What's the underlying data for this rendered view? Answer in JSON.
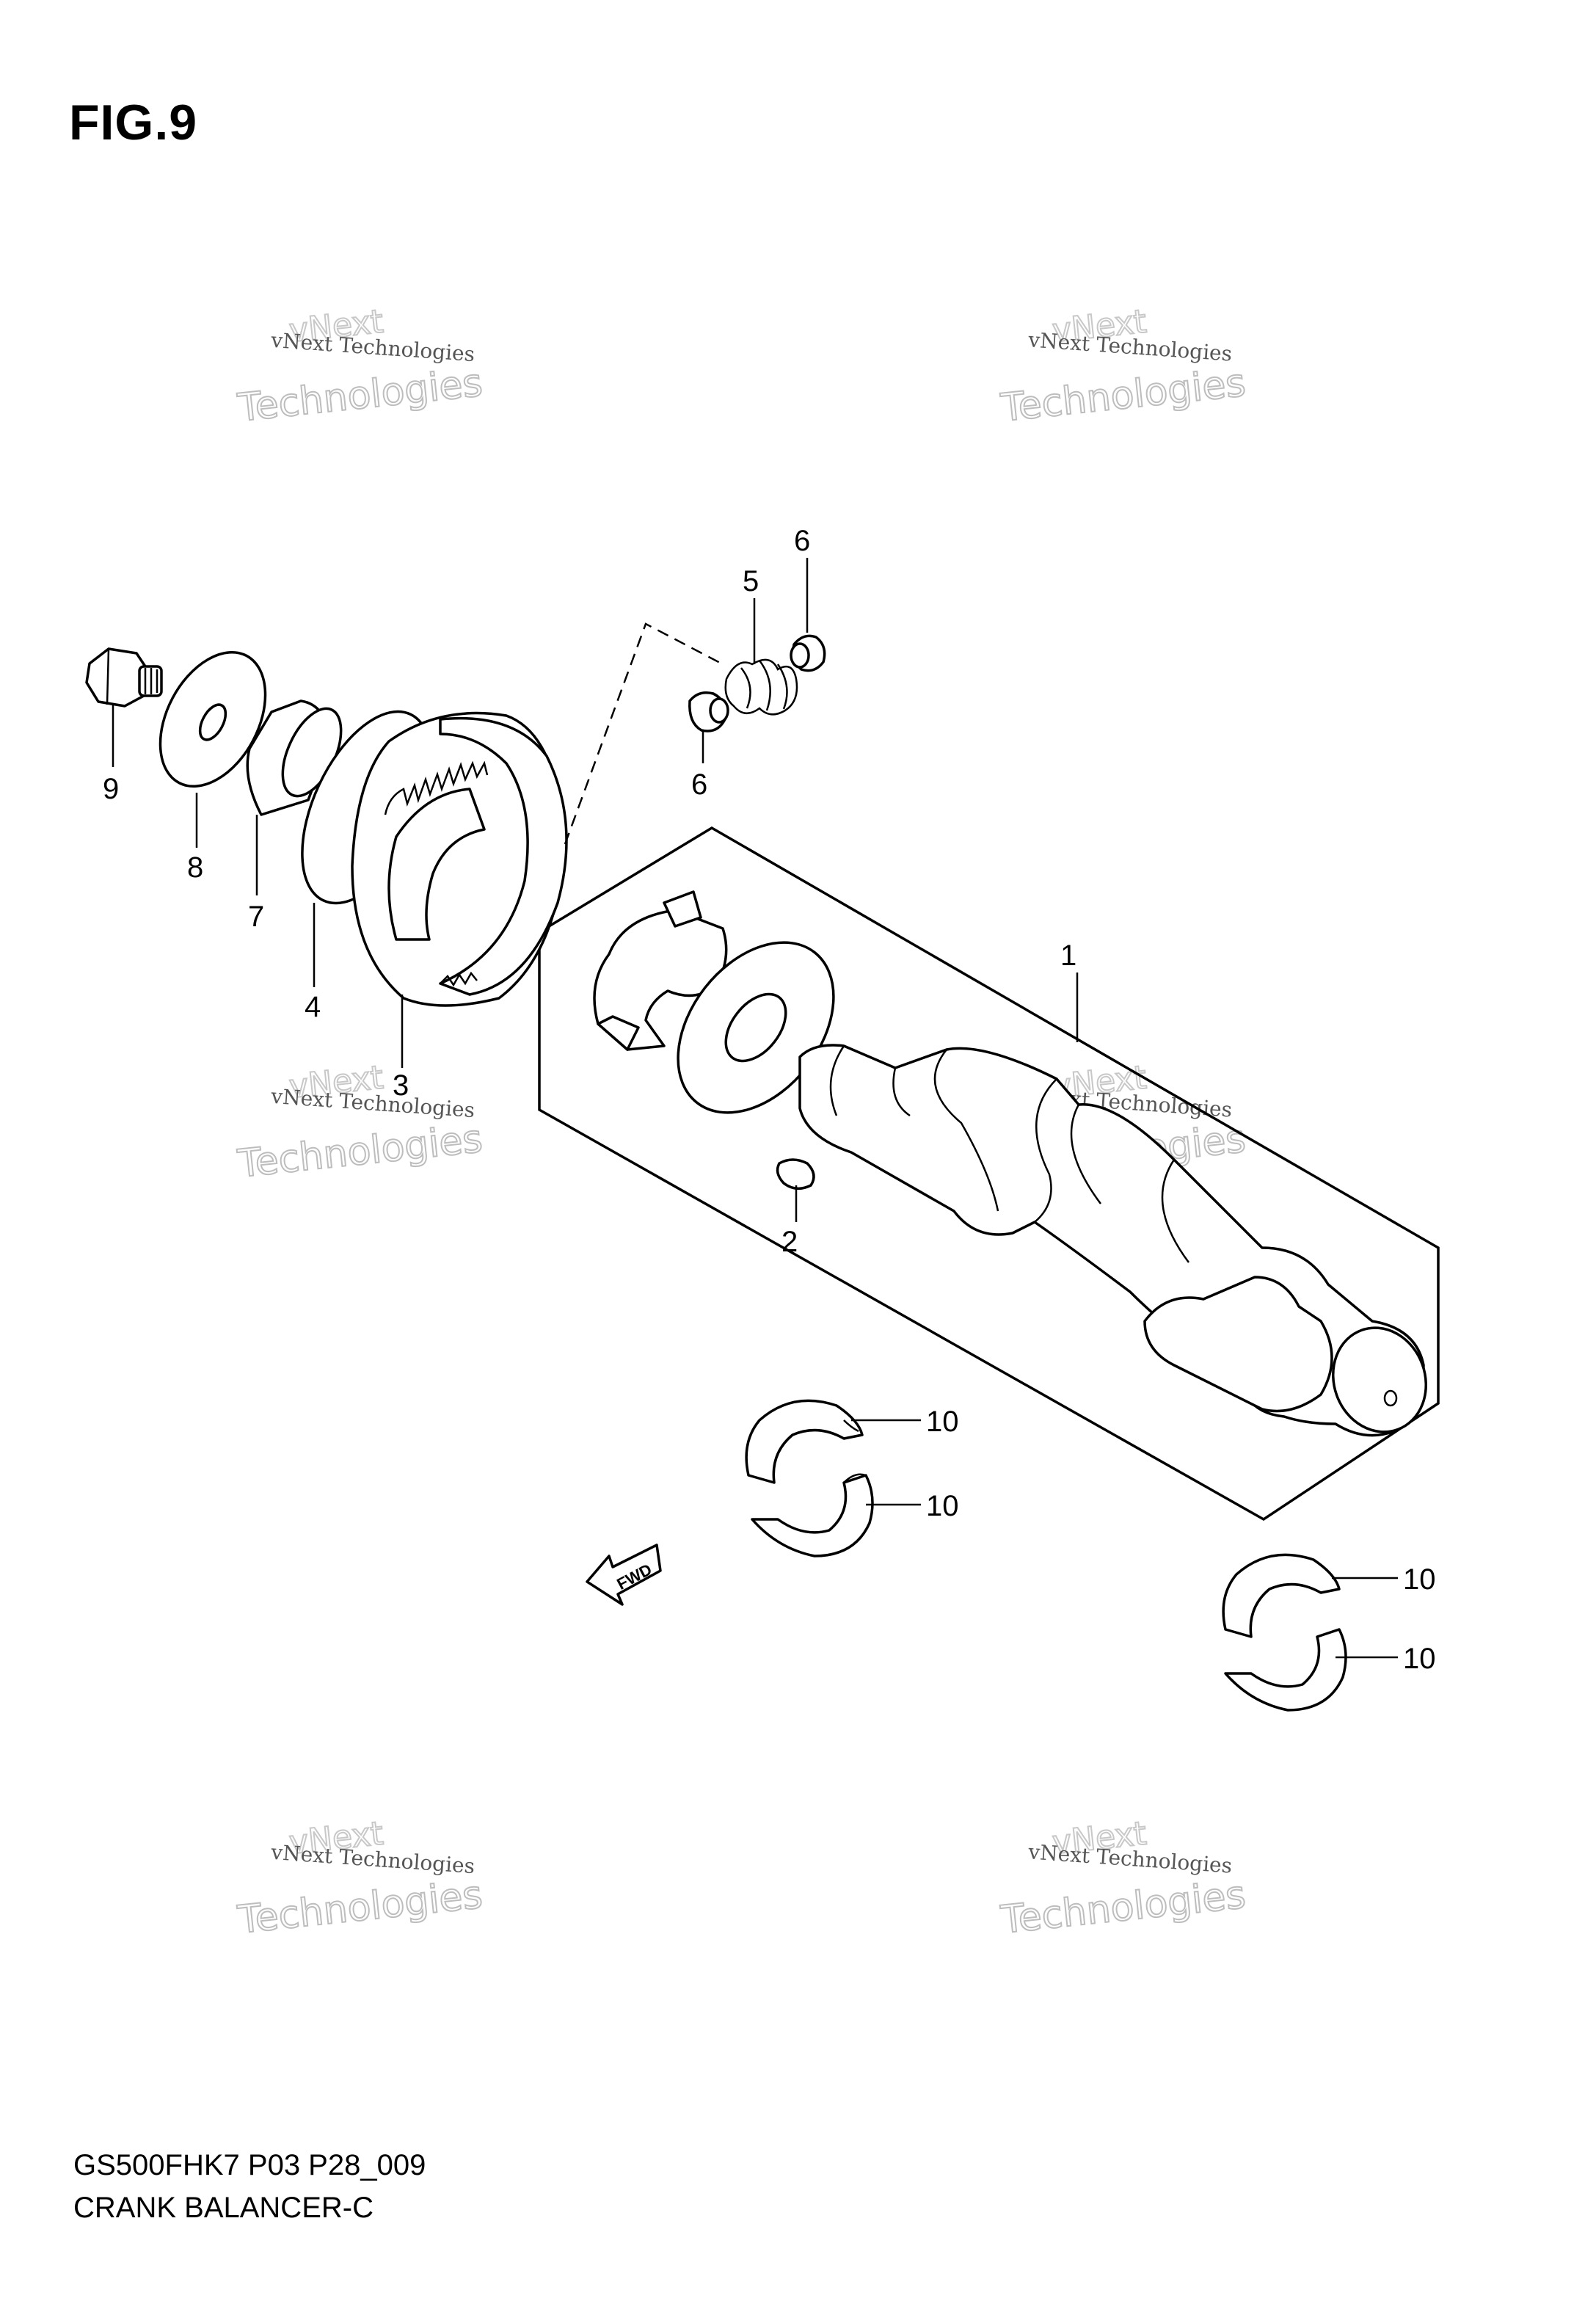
{
  "figure": {
    "title": "FIG.9"
  },
  "footer": {
    "code": "GS500FHK7 P03 P28_009",
    "name": "CRANK BALANCER-C"
  },
  "watermark": {
    "line1": "vNext Technologies",
    "line2": "vNext",
    "line3": "Technologies"
  },
  "fwd_label": "FWD",
  "callouts": {
    "p1": "1",
    "p2": "2",
    "p3": "3",
    "p4": "4",
    "p5": "5",
    "p6a": "6",
    "p6b": "6",
    "p7": "7",
    "p8": "8",
    "p9": "9",
    "p10a": "10",
    "p10b": "10",
    "p10c": "10",
    "p10d": "10"
  }
}
